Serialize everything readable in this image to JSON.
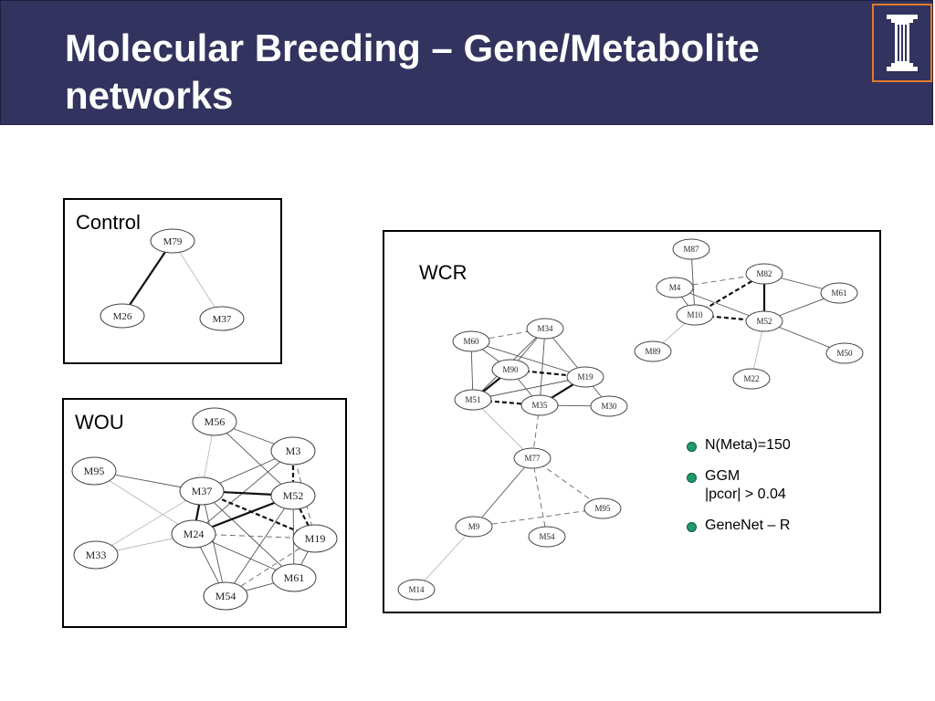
{
  "header": {
    "title": "Molecular Breeding – Gene/Metabolite networks",
    "logo_icon": "university-column-logo-icon",
    "logo_border_color": "#e07b2a",
    "background_color": "#33335f"
  },
  "panels": {
    "control": {
      "label": "Control",
      "nodes": [
        {
          "id": "M79",
          "label": "M79"
        },
        {
          "id": "M26",
          "label": "M26"
        },
        {
          "id": "M37",
          "label": "M37"
        }
      ],
      "edges": [
        {
          "from": "M79",
          "to": "M26",
          "style": "thick"
        },
        {
          "from": "M79",
          "to": "M37",
          "style": "faint"
        }
      ]
    },
    "wou": {
      "label": "WOU",
      "nodes": [
        {
          "id": "M56",
          "label": "M56"
        },
        {
          "id": "M3",
          "label": "M3"
        },
        {
          "id": "M95",
          "label": "M95"
        },
        {
          "id": "M37",
          "label": "M37"
        },
        {
          "id": "M52",
          "label": "M52"
        },
        {
          "id": "M24",
          "label": "M24"
        },
        {
          "id": "M19",
          "label": "M19"
        },
        {
          "id": "M33",
          "label": "M33"
        },
        {
          "id": "M61",
          "label": "M61"
        },
        {
          "id": "M54",
          "label": "M54"
        }
      ],
      "edges": [
        {
          "from": "M56",
          "to": "M3",
          "style": "thin"
        },
        {
          "from": "M56",
          "to": "M52",
          "style": "thin"
        },
        {
          "from": "M56",
          "to": "M24",
          "style": "faint"
        },
        {
          "from": "M3",
          "to": "M37",
          "style": "thin"
        },
        {
          "from": "M3",
          "to": "M52",
          "style": "dashed-thick"
        },
        {
          "from": "M3",
          "to": "M19",
          "style": "dashed"
        },
        {
          "from": "M3",
          "to": "M24",
          "style": "thin"
        },
        {
          "from": "M95",
          "to": "M37",
          "style": "thin"
        },
        {
          "from": "M95",
          "to": "M24",
          "style": "faint"
        },
        {
          "from": "M37",
          "to": "M52",
          "style": "thick"
        },
        {
          "from": "M37",
          "to": "M19",
          "style": "dashed-thick"
        },
        {
          "from": "M37",
          "to": "M24",
          "style": "thick"
        },
        {
          "from": "M37",
          "to": "M33",
          "style": "faint"
        },
        {
          "from": "M37",
          "to": "M61",
          "style": "thin"
        },
        {
          "from": "M37",
          "to": "M54",
          "style": "thin"
        },
        {
          "from": "M52",
          "to": "M24",
          "style": "thick"
        },
        {
          "from": "M52",
          "to": "M19",
          "style": "dashed-thick"
        },
        {
          "from": "M52",
          "to": "M61",
          "style": "thin"
        },
        {
          "from": "M52",
          "to": "M54",
          "style": "thin"
        },
        {
          "from": "M24",
          "to": "M19",
          "style": "dashed"
        },
        {
          "from": "M24",
          "to": "M33",
          "style": "faint"
        },
        {
          "from": "M24",
          "to": "M54",
          "style": "thin"
        },
        {
          "from": "M24",
          "to": "M61",
          "style": "thin"
        },
        {
          "from": "M19",
          "to": "M61",
          "style": "thin"
        },
        {
          "from": "M19",
          "to": "M54",
          "style": "dashed"
        },
        {
          "from": "M61",
          "to": "M54",
          "style": "thin"
        }
      ]
    },
    "wcr": {
      "label": "WCR",
      "nodes": [
        {
          "id": "M87",
          "label": "M87"
        },
        {
          "id": "M82",
          "label": "M82"
        },
        {
          "id": "M4",
          "label": "M4"
        },
        {
          "id": "M61",
          "label": "M61"
        },
        {
          "id": "M10",
          "label": "M10"
        },
        {
          "id": "M52",
          "label": "M52"
        },
        {
          "id": "M89",
          "label": "M89"
        },
        {
          "id": "M50",
          "label": "M50"
        },
        {
          "id": "M22",
          "label": "M22"
        },
        {
          "id": "M34",
          "label": "M34"
        },
        {
          "id": "M60",
          "label": "M60"
        },
        {
          "id": "M90",
          "label": "M90"
        },
        {
          "id": "M19",
          "label": "M19"
        },
        {
          "id": "M51",
          "label": "M51"
        },
        {
          "id": "M35",
          "label": "M35"
        },
        {
          "id": "M30",
          "label": "M30"
        },
        {
          "id": "M77",
          "label": "M77"
        },
        {
          "id": "M95",
          "label": "M95"
        },
        {
          "id": "M9",
          "label": "M9"
        },
        {
          "id": "M54",
          "label": "M54"
        },
        {
          "id": "M14",
          "label": "M14"
        }
      ],
      "edges": [
        {
          "from": "M87",
          "to": "M10",
          "style": "thin"
        },
        {
          "from": "M4",
          "to": "M82",
          "style": "dashed"
        },
        {
          "from": "M4",
          "to": "M10",
          "style": "thin"
        },
        {
          "from": "M4",
          "to": "M52",
          "style": "thin"
        },
        {
          "from": "M82",
          "to": "M10",
          "style": "dashed-thick"
        },
        {
          "from": "M82",
          "to": "M52",
          "style": "thick"
        },
        {
          "from": "M82",
          "to": "M61",
          "style": "thin"
        },
        {
          "from": "M10",
          "to": "M52",
          "style": "dashed-thick"
        },
        {
          "from": "M10",
          "to": "M89",
          "style": "faint"
        },
        {
          "from": "M52",
          "to": "M61",
          "style": "thin"
        },
        {
          "from": "M52",
          "to": "M50",
          "style": "thin"
        },
        {
          "from": "M52",
          "to": "M22",
          "style": "faint"
        },
        {
          "from": "M60",
          "to": "M34",
          "style": "dashed"
        },
        {
          "from": "M60",
          "to": "M90",
          "style": "thin"
        },
        {
          "from": "M60",
          "to": "M51",
          "style": "thin"
        },
        {
          "from": "M60",
          "to": "M19",
          "style": "thin"
        },
        {
          "from": "M34",
          "to": "M90",
          "style": "thin"
        },
        {
          "from": "M34",
          "to": "M19",
          "style": "thin"
        },
        {
          "from": "M34",
          "to": "M51",
          "style": "thin"
        },
        {
          "from": "M34",
          "to": "M35",
          "style": "thin"
        },
        {
          "from": "M90",
          "to": "M19",
          "style": "dashed-thick"
        },
        {
          "from": "M90",
          "to": "M51",
          "style": "thick"
        },
        {
          "from": "M90",
          "to": "M35",
          "style": "thin"
        },
        {
          "from": "M51",
          "to": "M35",
          "style": "dashed-thick"
        },
        {
          "from": "M51",
          "to": "M19",
          "style": "thin"
        },
        {
          "from": "M35",
          "to": "M19",
          "style": "thick"
        },
        {
          "from": "M35",
          "to": "M30",
          "style": "thin"
        },
        {
          "from": "M19",
          "to": "M30",
          "style": "thin"
        },
        {
          "from": "M51",
          "to": "M77",
          "style": "faint"
        },
        {
          "from": "M35",
          "to": "M77",
          "style": "dashed"
        },
        {
          "from": "M77",
          "to": "M9",
          "style": "thin"
        },
        {
          "from": "M77",
          "to": "M54",
          "style": "dashed"
        },
        {
          "from": "M77",
          "to": "M95",
          "style": "dashed"
        },
        {
          "from": "M9",
          "to": "M95",
          "style": "dashed"
        },
        {
          "from": "M9",
          "to": "M14",
          "style": "faint"
        }
      ]
    }
  },
  "legend": {
    "items": [
      {
        "text": "N(Meta)=150",
        "text2": ""
      },
      {
        "text": "GGM",
        "text2": "|pcor| > 0.04"
      },
      {
        "text": "GeneNet – R",
        "text2": ""
      }
    ],
    "bullet_color": "#1f9a6a"
  }
}
